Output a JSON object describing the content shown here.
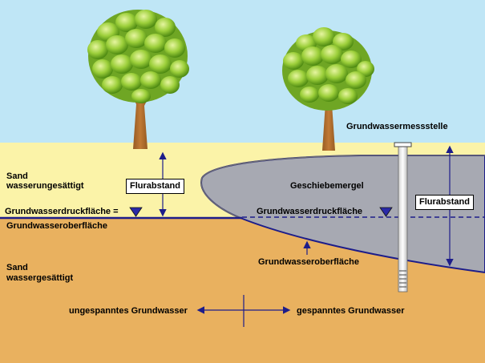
{
  "colors": {
    "sky": "#bfe6f6",
    "unsaturated_sand": "#fbf3a8",
    "saturated_sand": "#e9b15f",
    "till": "#a7a9b2",
    "water_line": "#1d1d8a",
    "trunk": "#a5652a",
    "foliage": "#9ccf3a"
  },
  "labels": {
    "well": "Grundwassermessstelle",
    "sand_unsat_line1": "Sand",
    "sand_unsat_line2": "wasserungesättigt",
    "flurabstand_left": "Flurabstand",
    "flurabstand_right": "Flurabstand",
    "till": "Geschiebemergel",
    "pressure_surface_left": "Grundwasserdruckfläche =",
    "pressure_surface_right": "Grundwasserdruckfläche",
    "gw_surface_left": "Grundwasseroberfläche",
    "gw_surface_right": "Grundwasseroberfläche",
    "sand_sat_line1": "Sand",
    "sand_sat_line2": "wassergesättigt",
    "unconfined": "ungespanntes  Grundwasser",
    "confined": "gespanntes Grundwasser"
  },
  "icons": [
    "tree-icon",
    "water-level-triangle-icon",
    "well-pipe-icon",
    "double-arrow-icon"
  ]
}
